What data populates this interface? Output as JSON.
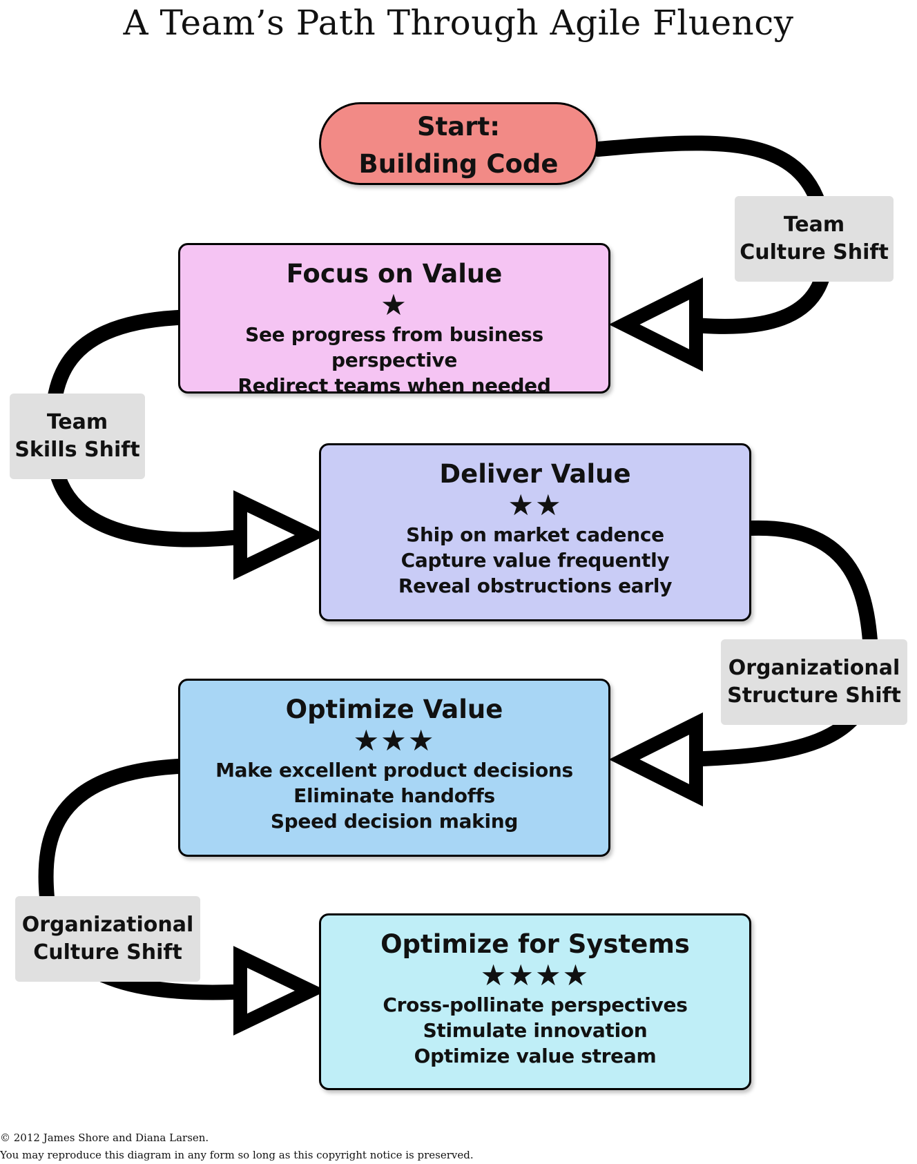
{
  "title": "A Team’s Path Through Agile Fluency",
  "start": {
    "line1": "Start:",
    "line2": "Building Code"
  },
  "stages": [
    {
      "name": "Focus on Value",
      "stars": "★",
      "benefits": [
        "See progress from business perspective",
        "Redirect teams when needed"
      ],
      "color": "#f5c4f3"
    },
    {
      "name": "Deliver Value",
      "stars": "★★",
      "benefits": [
        "Ship on market cadence",
        "Capture value frequently",
        "Reveal obstructions early"
      ],
      "color": "#c9ccf6"
    },
    {
      "name": "Optimize Value",
      "stars": "★★★",
      "benefits": [
        "Make excellent product decisions",
        "Eliminate handoffs",
        "Speed decision making"
      ],
      "color": "#a8d6f5"
    },
    {
      "name": "Optimize for Systems",
      "stars": "★★★★",
      "benefits": [
        "Cross-pollinate perspectives",
        "Stimulate innovation",
        "Optimize value stream"
      ],
      "color": "#bfeef7"
    }
  ],
  "shifts": [
    {
      "line1": "Team",
      "line2": "Culture Shift"
    },
    {
      "line1": "Team",
      "line2": "Skills Shift"
    },
    {
      "line1": "Organizational",
      "line2": "Structure Shift"
    },
    {
      "line1": "Organizational",
      "line2": "Culture Shift"
    }
  ],
  "copyright": {
    "line1": "© 2012 James Shore and Diana Larsen.",
    "line2": "You may reproduce this diagram in any form so long as this copyright notice is preserved."
  },
  "colors": {
    "start": "#f28a86",
    "connector": "#000000",
    "shift_label_bg": "#e0e0e0"
  }
}
